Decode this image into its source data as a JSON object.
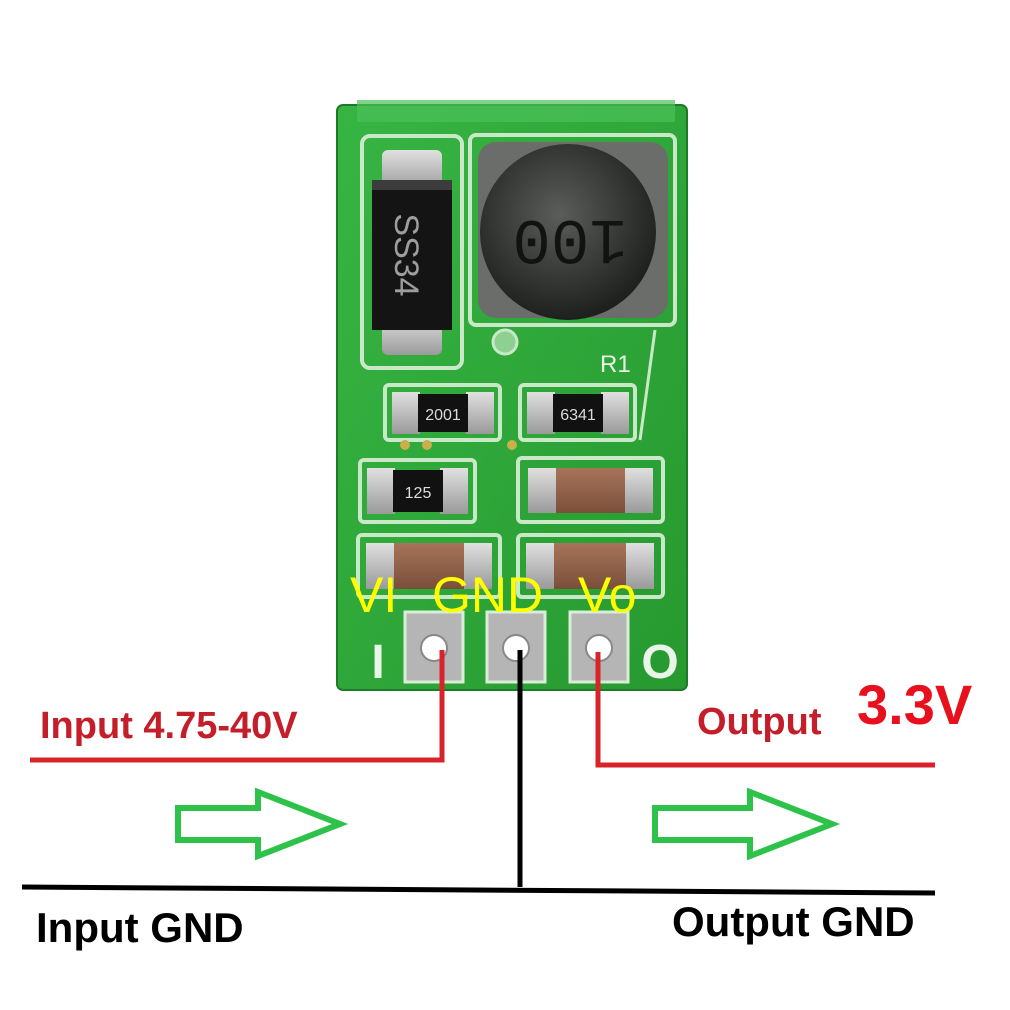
{
  "board": {
    "diode_marking": "SS34",
    "inductor_marking": "100",
    "r1_label": "R1",
    "resistor_left_marking": "2001",
    "resistor_right_marking": "6341",
    "resistor_small_marking": "125",
    "silk_input": "I",
    "silk_output": "O",
    "pin_labels": {
      "vi": "VI",
      "gnd": "GND",
      "vo": "Vo"
    }
  },
  "labels": {
    "input_voltage": "Input 4.75-40V",
    "output": "Output",
    "output_voltage": "3.3V",
    "input_gnd": "Input GND",
    "output_gnd": "Output GND"
  },
  "colors": {
    "pcb_green": "#2fa83a",
    "wire_red": "#d8232a",
    "wire_black": "#000000",
    "pin_label_yellow": "#ffff00",
    "arrow_green": "#2ec24a",
    "label_red": "#c41e2a",
    "voltage_red": "#e8101c"
  },
  "icons": [
    "right-arrow-outline-icon"
  ]
}
